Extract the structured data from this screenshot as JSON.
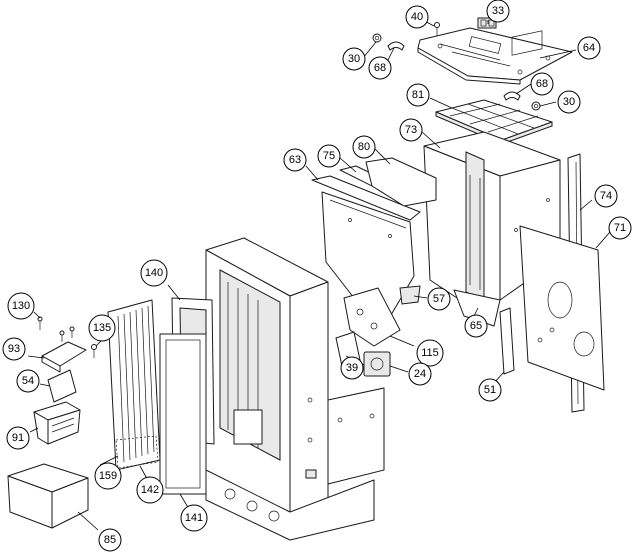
{
  "callouts": [
    {
      "id": "c33",
      "label": "33"
    },
    {
      "id": "c40",
      "label": "40"
    },
    {
      "id": "c30a",
      "label": "30"
    },
    {
      "id": "c68a",
      "label": "68"
    },
    {
      "id": "c64",
      "label": "64"
    },
    {
      "id": "c68b",
      "label": "68"
    },
    {
      "id": "c30b",
      "label": "30"
    },
    {
      "id": "c81",
      "label": "81"
    },
    {
      "id": "c73",
      "label": "73"
    },
    {
      "id": "c80",
      "label": "80"
    },
    {
      "id": "c75",
      "label": "75"
    },
    {
      "id": "c63",
      "label": "63"
    },
    {
      "id": "c74",
      "label": "74"
    },
    {
      "id": "c71",
      "label": "71"
    },
    {
      "id": "c140",
      "label": "140"
    },
    {
      "id": "c57",
      "label": "57"
    },
    {
      "id": "c65",
      "label": "65"
    },
    {
      "id": "c130",
      "label": "130"
    },
    {
      "id": "c135",
      "label": "135"
    },
    {
      "id": "c115",
      "label": "115"
    },
    {
      "id": "c93",
      "label": "93"
    },
    {
      "id": "c39",
      "label": "39"
    },
    {
      "id": "c24",
      "label": "24"
    },
    {
      "id": "c54",
      "label": "54"
    },
    {
      "id": "c51",
      "label": "51"
    },
    {
      "id": "c91",
      "label": "91"
    },
    {
      "id": "c159",
      "label": "159"
    },
    {
      "id": "c142",
      "label": "142"
    },
    {
      "id": "c141",
      "label": "141"
    },
    {
      "id": "c85",
      "label": "85"
    }
  ]
}
